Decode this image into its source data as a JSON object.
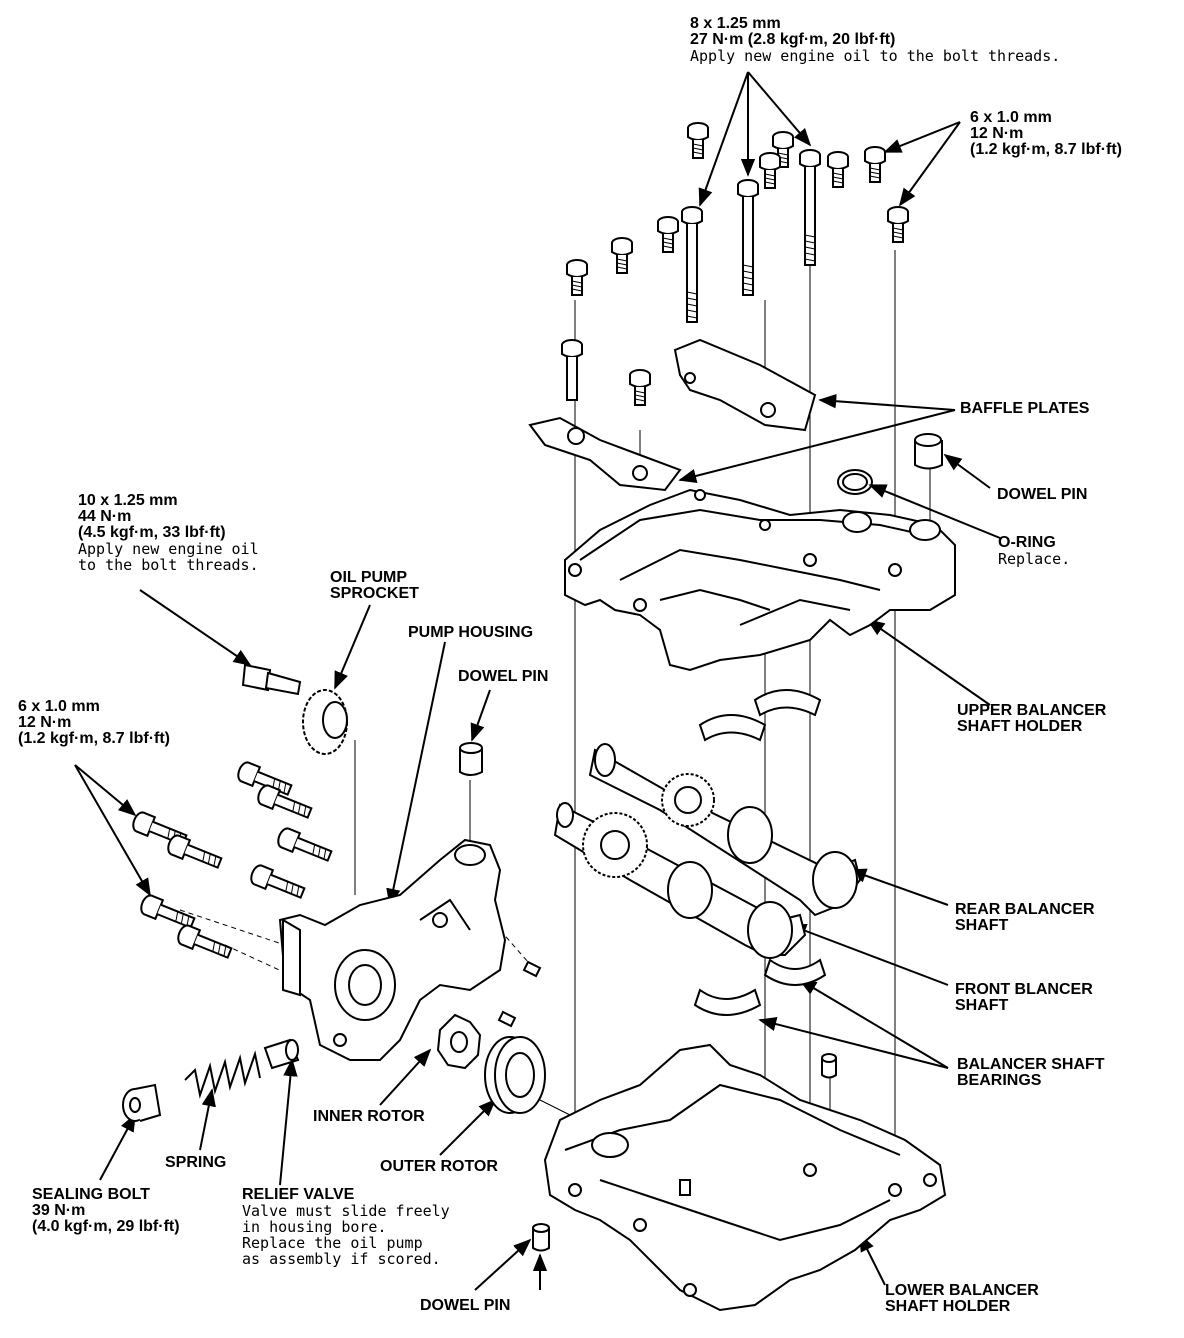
{
  "title": "",
  "colors": {
    "ink": "#000000",
    "paper": "#ffffff",
    "fill": "#f4f4f4"
  },
  "labels": {
    "upper_bolts": {
      "line1": "8 x 1.25 mm",
      "line2": "27 N·m (2.8 kgf·m, 20 lbf·ft)",
      "note": "Apply new engine oil to the bolt threads."
    },
    "upper_small_bolts": {
      "line1": "6 x 1.0 mm",
      "line2": "12 N·m",
      "line3": "(1.2 kgf·m, 8.7 lbf·ft)"
    },
    "baffle_plates": "BAFFLE PLATES",
    "dowel_pin_upper": "DOWEL PIN",
    "o_ring": {
      "title": "O-RING",
      "note": "Replace."
    },
    "upper_holder": {
      "line1": "UPPER BALANCER",
      "line2": "SHAFT HOLDER"
    },
    "rear_shaft": {
      "line1": "REAR BALANCER",
      "line2": "SHAFT"
    },
    "front_shaft": {
      "line1": "FRONT BLANCER",
      "line2": "SHAFT"
    },
    "bearings": {
      "line1": "BALANCER SHAFT",
      "line2": "BEARINGS"
    },
    "lower_holder": {
      "line1": "LOWER BALANCER",
      "line2": "SHAFT HOLDER"
    },
    "sprocket_bolt": {
      "line1": "10 x 1.25 mm",
      "line2": "44 N·m",
      "line3": "(4.5 kgf·m, 33 lbf·ft)",
      "note1": "Apply new engine oil",
      "note2": "to the bolt threads."
    },
    "oil_pump_sprocket": {
      "line1": "OIL PUMP",
      "line2": "SPROCKET"
    },
    "pump_housing": "PUMP HOUSING",
    "dowel_pin_pump": "DOWEL PIN",
    "pump_bolts": {
      "line1": "6 x 1.0 mm",
      "line2": "12 N·m",
      "line3": "(1.2 kgf·m, 8.7 lbf·ft)"
    },
    "inner_rotor": "INNER ROTOR",
    "outer_rotor": "OUTER ROTOR",
    "spring": "SPRING",
    "sealing_bolt": {
      "line1": "SEALING BOLT",
      "line2": "39 N·m",
      "line3": "(4.0 kgf·m, 29 lbf·ft)"
    },
    "relief_valve": {
      "title": "RELIEF VALVE",
      "note1": "Valve must slide freely",
      "note2": "in housing bore.",
      "note3": "Replace the oil pump",
      "note4": "as assembly if scored."
    },
    "dowel_pin_lower": "DOWEL PIN"
  }
}
